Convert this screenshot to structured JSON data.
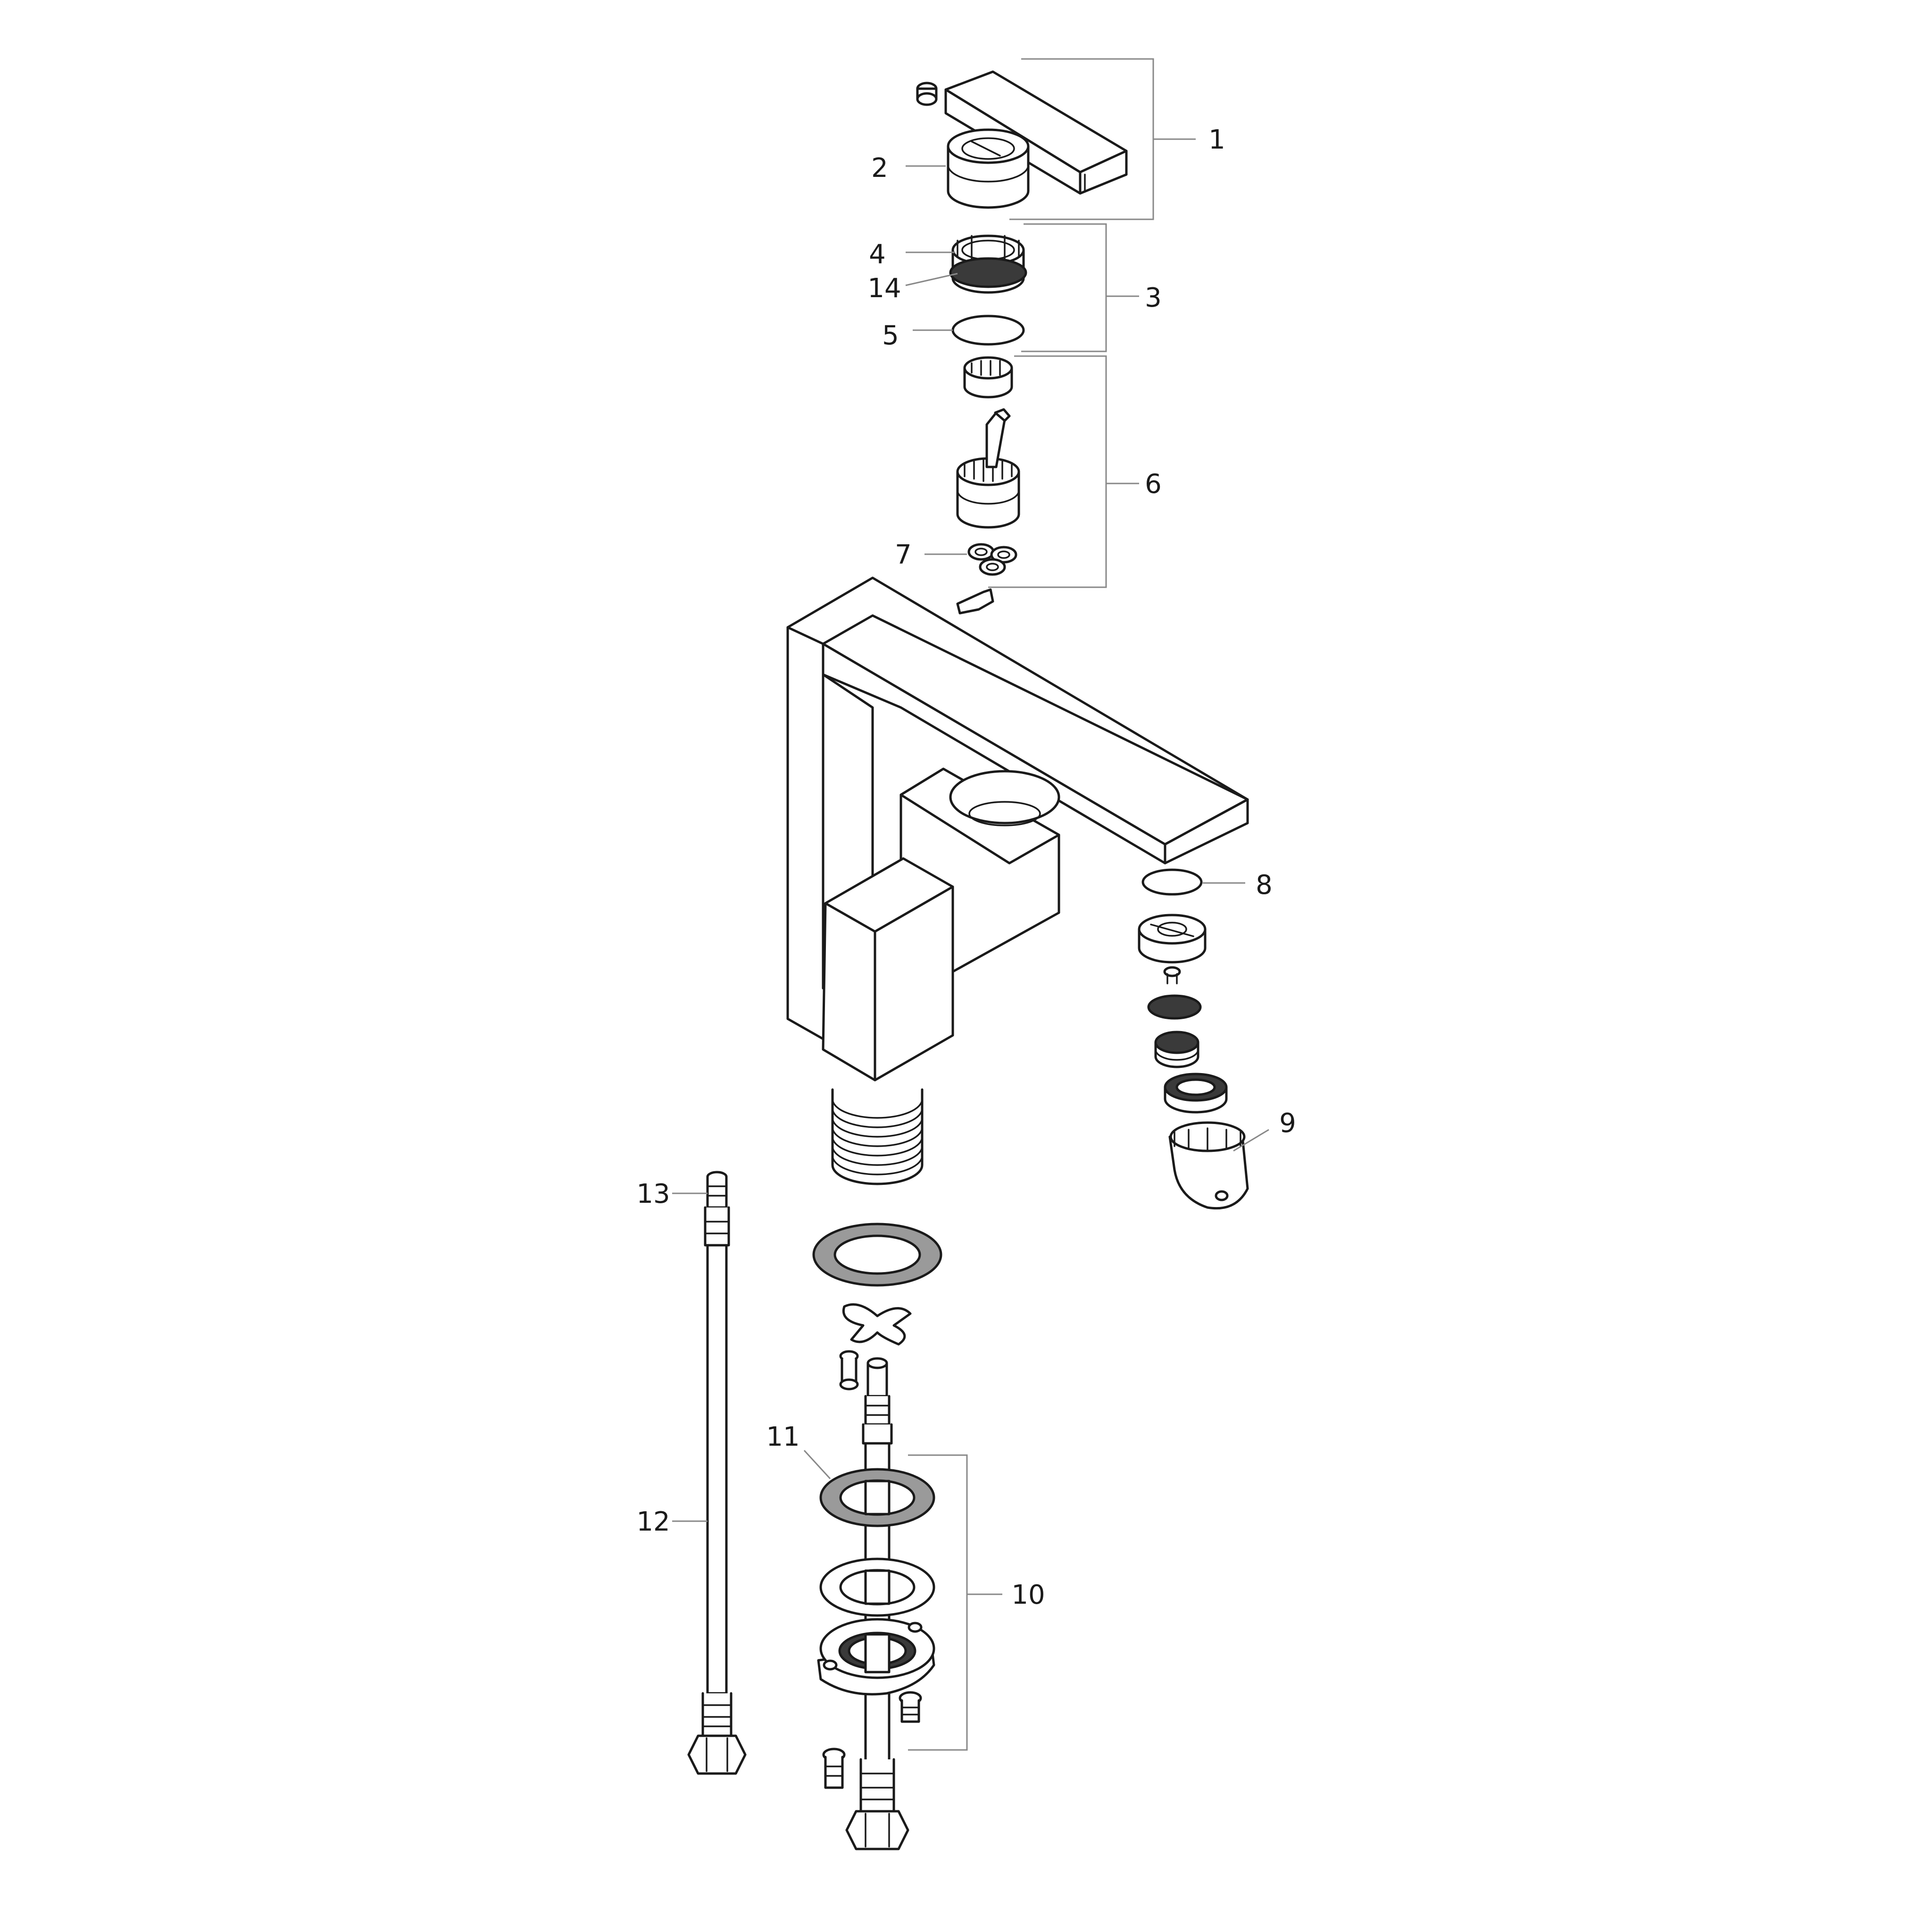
{
  "diagram": {
    "colors": {
      "line": "#1a1a1a",
      "leader": "#888888",
      "ring_fill": "#9a9a9a"
    },
    "callouts": {
      "c1": "1",
      "c2": "2",
      "c3": "3",
      "c4": "4",
      "c5": "5",
      "c6": "6",
      "c7": "7",
      "c8": "8",
      "c9": "9",
      "c10": "10",
      "c11": "11",
      "c12": "12",
      "c13": "13",
      "c14": "14"
    }
  }
}
